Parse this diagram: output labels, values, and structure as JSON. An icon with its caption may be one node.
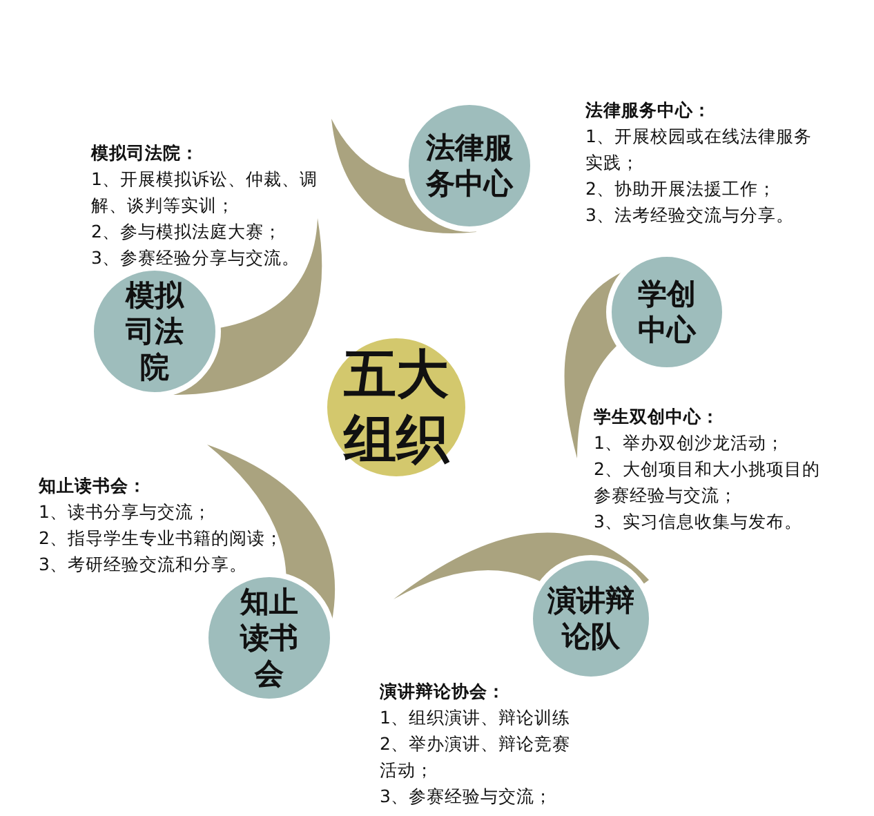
{
  "diagram": {
    "nodes": [
      {
        "text": [
          "五大组织"
        ]
      },
      {
        "text": [
          "法律服务中心"
        ],
        "beside": [
          "法律服务中心：",
          "1、开展校园或在线法律服务实践；",
          "2、协助开展法援工作；",
          "3、法考经验交流与分享。"
        ]
      },
      {
        "text": [
          "学创中心"
        ],
        "beside": [
          "学生双创中心：",
          "1、举办双创沙龙活动；",
          "2、大创项目和大小挑项目的参赛经验与交流；",
          "3、实习信息收集与发布。"
        ]
      },
      {
        "text": [
          "演讲辩论队"
        ],
        "beside": [
          "演讲辩论协会：",
          "1、组织演讲、辩论训练",
          "2、举办演讲、辩论竞赛活动；",
          "3、参赛经验与交流；"
        ]
      },
      {
        "text": [
          "知止读书会"
        ],
        "beside": [
          "知止读书会：",
          "1、读书分享与交流；",
          "2、指导学生专业书籍的阅读；",
          "3、考研经验交流和分享。"
        ]
      },
      {
        "text": [
          "模拟司法院"
        ],
        "beside": [
          "模拟司法院：",
          "1、开展模拟诉讼、仲裁、调解、谈判等实训；",
          "2、参与模拟法庭大赛；",
          "3、参赛经验分享与交流。"
        ]
      }
    ]
  }
}
